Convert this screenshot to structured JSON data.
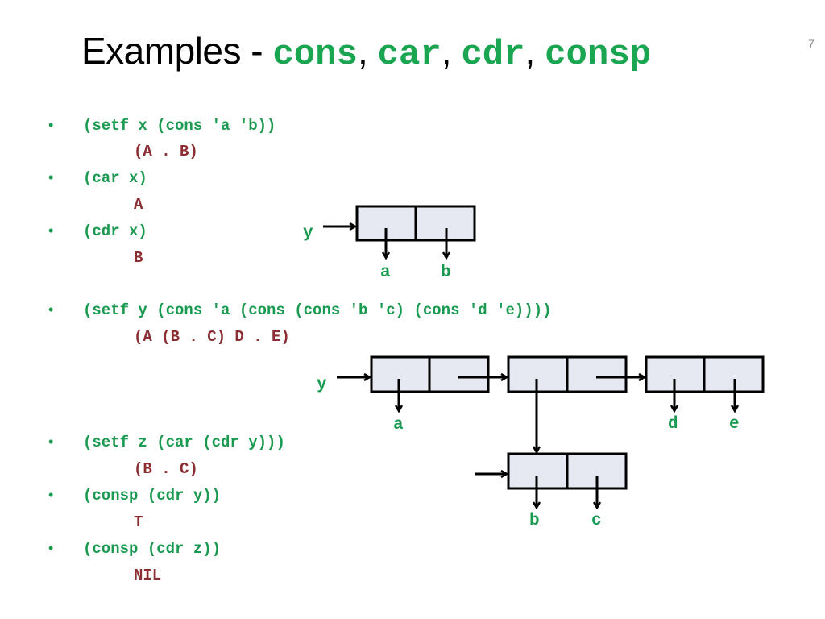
{
  "title": {
    "prefix": "Examples - ",
    "functions": [
      "cons",
      "car",
      "cdr",
      "consp"
    ],
    "separator": ", "
  },
  "slide_number": "7",
  "items": [
    {
      "code": "(setf x (cons 'a 'b))",
      "result": "(A . B)"
    },
    {
      "code": "(car x)",
      "result": "A"
    },
    {
      "code": "(cdr x)",
      "result": "B"
    },
    {
      "code": "(setf y (cons 'a (cons (cons 'b 'c) (cons 'd 'e))))",
      "result": "(A (B . C) D . E)"
    },
    {
      "code": "(setf z (car (cdr y)))",
      "result": "(B . C)"
    },
    {
      "code": "(consp (cdr y))",
      "result": "T"
    },
    {
      "code": "(consp (cdr z))",
      "result": "NIL"
    }
  ],
  "diagrams": {
    "first": {
      "var_label": "y",
      "car_label": "a",
      "cdr_label": "b"
    },
    "second": {
      "var_label": "y",
      "labels": [
        "a",
        "d",
        "e",
        "b",
        "c"
      ]
    }
  },
  "colors": {
    "code": "#1a9a50",
    "result": "#8a2e33",
    "cell_fill": "#e6e9f2"
  }
}
